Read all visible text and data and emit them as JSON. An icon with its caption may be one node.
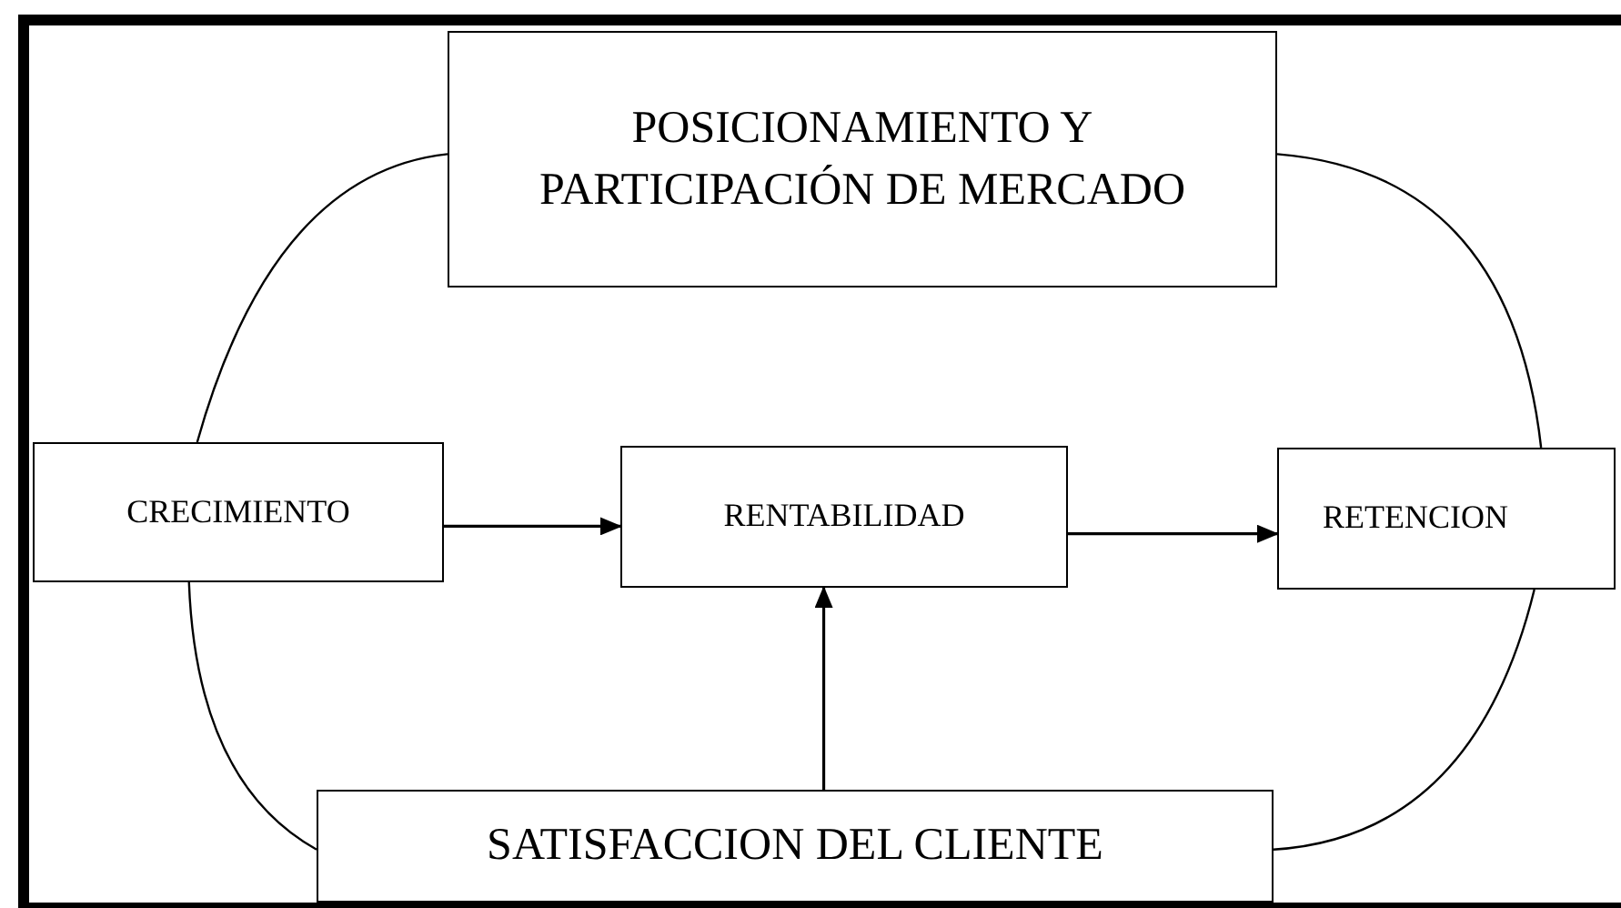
{
  "diagram": {
    "nodes": [
      {
        "text": [
          "POSICIONAMIENTO Y PARTICIPACIÓN DE MERCADO"
        ]
      },
      {
        "text": [
          "CRECIMIENTO"
        ]
      },
      {
        "text": [
          "RENTABILIDAD"
        ]
      },
      {
        "text": [
          "RETENCION"
        ]
      },
      {
        "text": [
          "SATISFACCION DEL CLIENTE"
        ]
      }
    ],
    "edges": [
      {
        "from": 1,
        "to": 2,
        "arrow": "to"
      },
      {
        "from": 2,
        "to": 3,
        "arrow": "to"
      },
      {
        "from": 4,
        "to": 2,
        "arrow": "to"
      },
      {
        "from": 0,
        "to": 1,
        "arrow": "none"
      },
      {
        "from": 1,
        "to": 4,
        "arrow": "none"
      },
      {
        "from": 4,
        "to": 3,
        "arrow": "none"
      },
      {
        "from": 3,
        "to": 0,
        "arrow": "none"
      }
    ]
  }
}
